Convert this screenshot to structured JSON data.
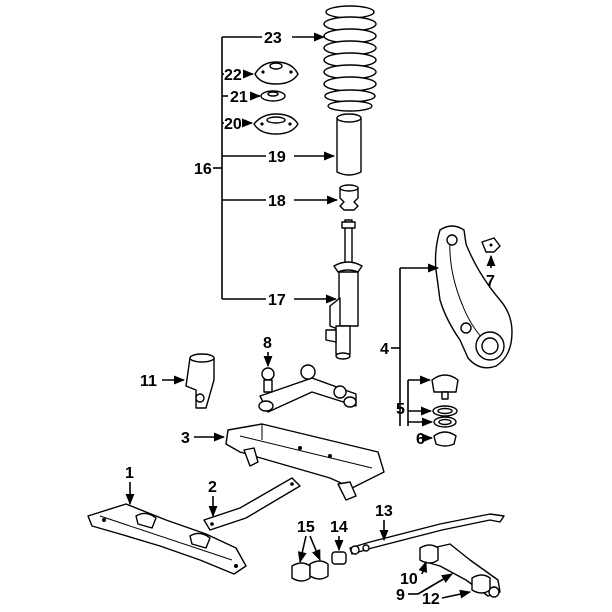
{
  "callouts": {
    "c1": "1",
    "c2": "2",
    "c3": "3",
    "c4": "4",
    "c5": "5",
    "c6": "6",
    "c7": "7",
    "c8": "8",
    "c9": "9",
    "c10": "10",
    "c11": "11",
    "c12": "12",
    "c13": "13",
    "c14": "14",
    "c15": "15",
    "c16": "16",
    "c17": "17",
    "c18": "18",
    "c19": "19",
    "c20": "20",
    "c21": "21",
    "c22": "22",
    "c23": "23"
  },
  "colors": {
    "ink": "#000000",
    "paper": "#ffffff"
  }
}
